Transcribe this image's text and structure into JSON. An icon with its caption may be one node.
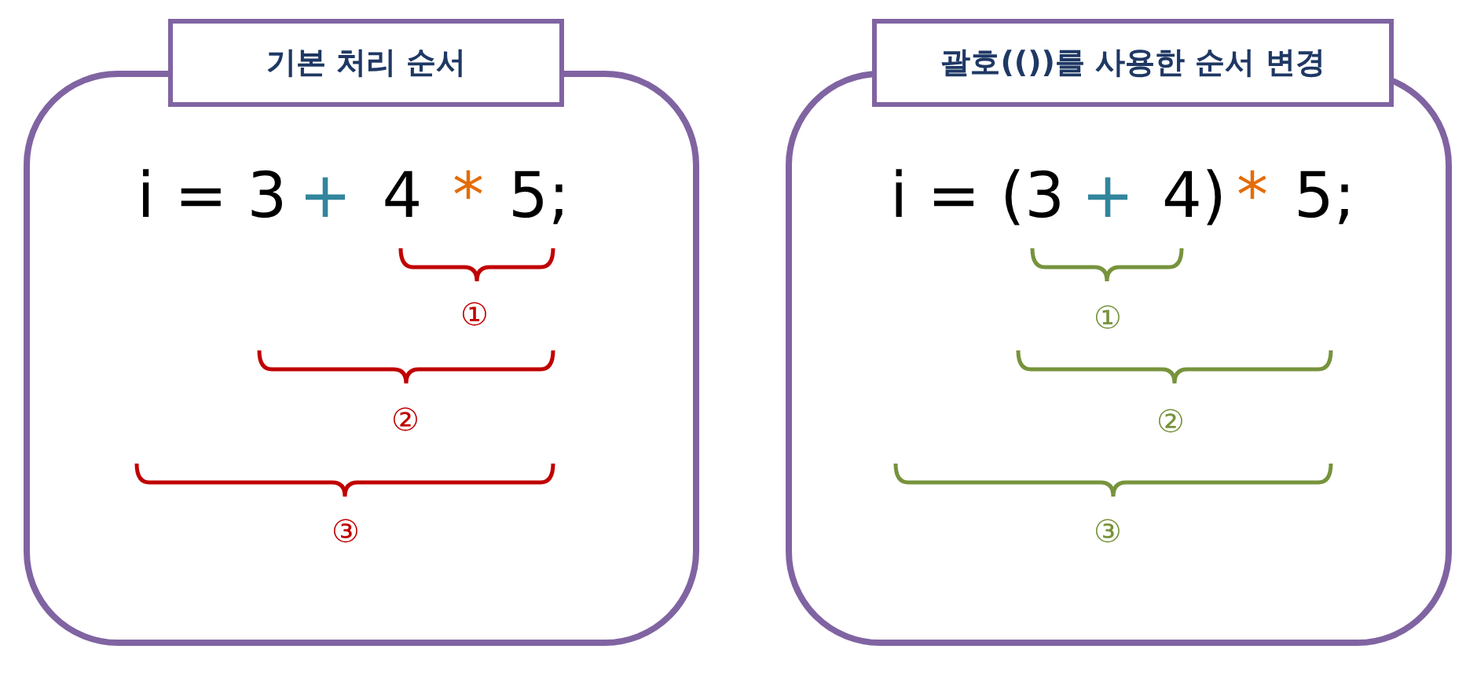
{
  "diagram": {
    "nodes": [
      {
        "text": [
          "기본 처리 순서"
        ]
      },
      {
        "text": [
          "i = 3",
          "+",
          "4",
          "*",
          "5;"
        ]
      },
      {
        "text": [
          "괄호(())를 사용한 순서 변경"
        ]
      },
      {
        "text": [
          "i = (3",
          "+",
          "4)",
          "*",
          "5;"
        ]
      }
    ],
    "labels": [
      "①",
      "②",
      "③",
      "①",
      "②",
      "③"
    ]
  }
}
